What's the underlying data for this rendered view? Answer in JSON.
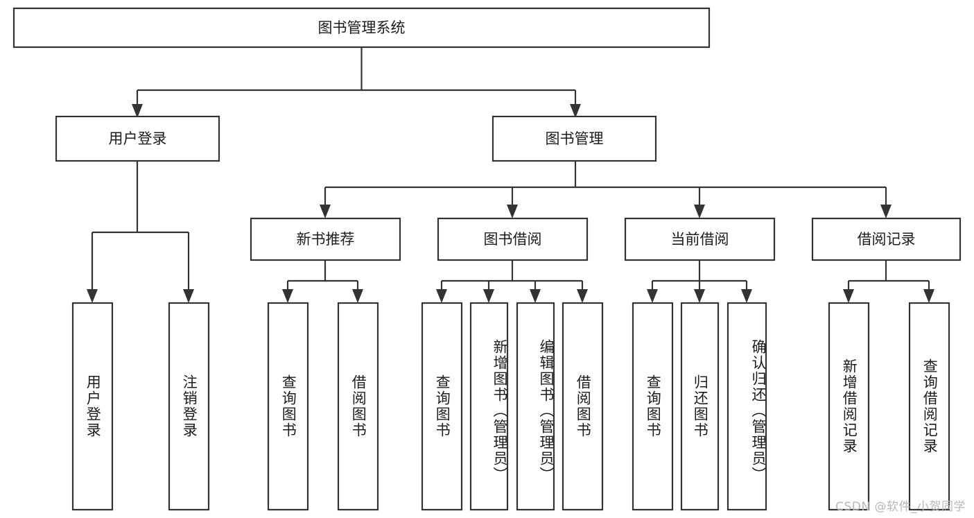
{
  "diagram": {
    "title": "图书管理系统",
    "type": "tree-hierarchy",
    "watermark": "CSDN @软件_小贺同学",
    "colors": {
      "stroke": "#333333",
      "fill": "#ffffff",
      "text": "#1c1c1c",
      "watermark": "#b9b9b9"
    },
    "root": {
      "label": "图书管理系统"
    },
    "level2": [
      {
        "label": "用户登录"
      },
      {
        "label": "图书管理"
      }
    ],
    "level3": [
      {
        "label": "新书推荐"
      },
      {
        "label": "图书借阅"
      },
      {
        "label": "当前借阅"
      },
      {
        "label": "借阅记录"
      }
    ],
    "leaves": {
      "user_login": [
        {
          "label": "用户登录"
        },
        {
          "label": "注销登录"
        }
      ],
      "new_book_recommend": [
        {
          "label": "查询图书"
        },
        {
          "label": "借阅图书"
        }
      ],
      "book_borrow": [
        {
          "label": "查询图书"
        },
        {
          "label": "新增图书（管理员）"
        },
        {
          "label": "编辑图书（管理员）"
        },
        {
          "label": "借阅图书"
        }
      ],
      "current_borrow": [
        {
          "label": "查询图书"
        },
        {
          "label": "归还图书"
        },
        {
          "label": "确认归还（管理员）"
        }
      ],
      "borrow_records": [
        {
          "label": "新增借阅记录"
        },
        {
          "label": "查询借阅记录"
        }
      ]
    }
  }
}
